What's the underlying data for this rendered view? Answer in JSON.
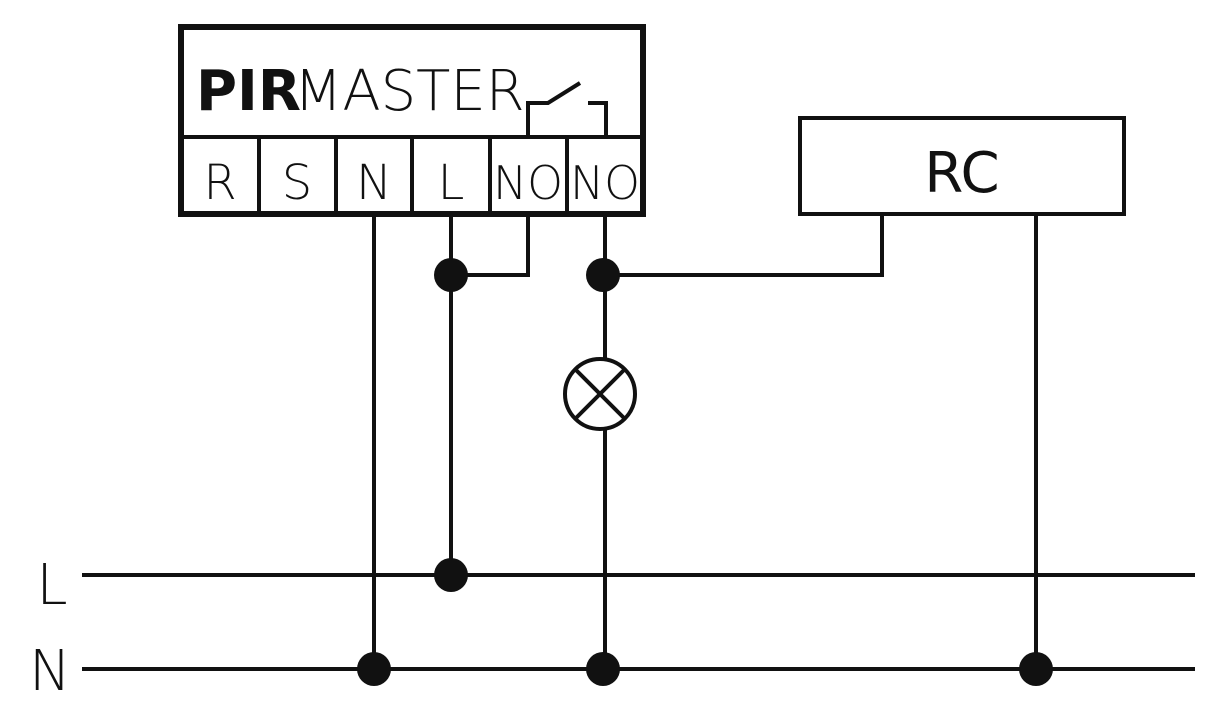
{
  "device": {
    "title_bold": "PIR",
    "title_light": "MASTER",
    "terminals": [
      "R",
      "S",
      "N",
      "L",
      "NO",
      "NO"
    ]
  },
  "rc_box": {
    "label": "RC"
  },
  "bus": {
    "line_label": "L",
    "neutral_label": "N"
  },
  "colors": {
    "stroke": "#111111",
    "background": "#ffffff"
  }
}
